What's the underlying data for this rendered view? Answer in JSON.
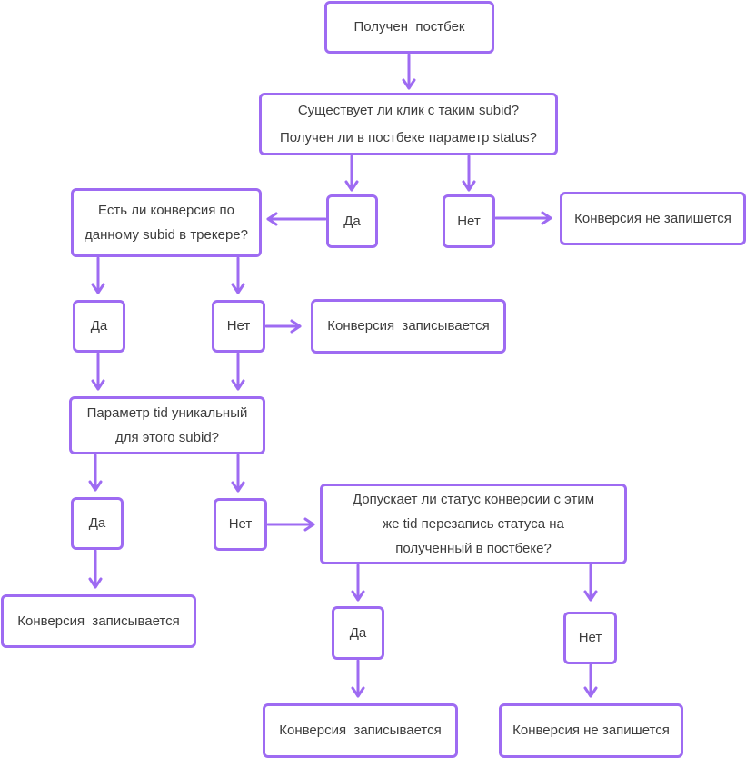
{
  "nodes": {
    "start": "Получен  постбек",
    "q1_line1": "Существует ли клик с таким subid?",
    "q1_line2": "Получен ли в постбеке параметр status?",
    "q1_yes": "Да",
    "q1_no": "Нет",
    "q1_no_result": "Конверсия не запишется",
    "q2_line1": "Есть ли конверсия по",
    "q2_line2": "данному subid в трекере?",
    "q2_yes": "Да",
    "q2_no": "Нет",
    "q2_no_result": "Конверсия  записывается",
    "q3_line1": "Параметр tid уникальный",
    "q3_line2": "для этого subid?",
    "q3_yes": "Да",
    "q3_yes_result": "Конверсия  записывается",
    "q3_no": "Нет",
    "q4_line1": "Допускает ли статус конверсии с этим",
    "q4_line2": "же tid перезапись статуса на",
    "q4_line3": "полученный в постбеке?",
    "q4_yes": "Да",
    "q4_yes_result": "Конверсия  записывается",
    "q4_no": "Нет",
    "q4_no_result": "Конверсия не запишется"
  },
  "colors": {
    "accent": "#9e6bf2",
    "text": "#3c3c3c"
  }
}
